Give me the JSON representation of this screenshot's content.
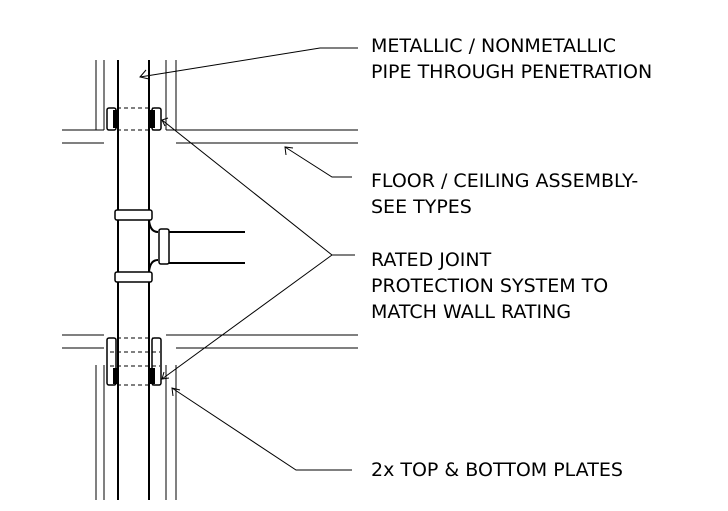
{
  "callouts": {
    "pipe": {
      "line1": "METALLIC / NONMETALLIC",
      "line2": "PIPE THROUGH PENETRATION"
    },
    "floor": {
      "line1": "FLOOR / CEILING ASSEMBLY-",
      "line2": "SEE TYPES"
    },
    "joint": {
      "line1": "RATED JOINT",
      "line2": "PROTECTION SYSTEM TO",
      "line3": "MATCH WALL RATING"
    },
    "plates": {
      "line1": "2x TOP & BOTTOM PLATES"
    }
  }
}
